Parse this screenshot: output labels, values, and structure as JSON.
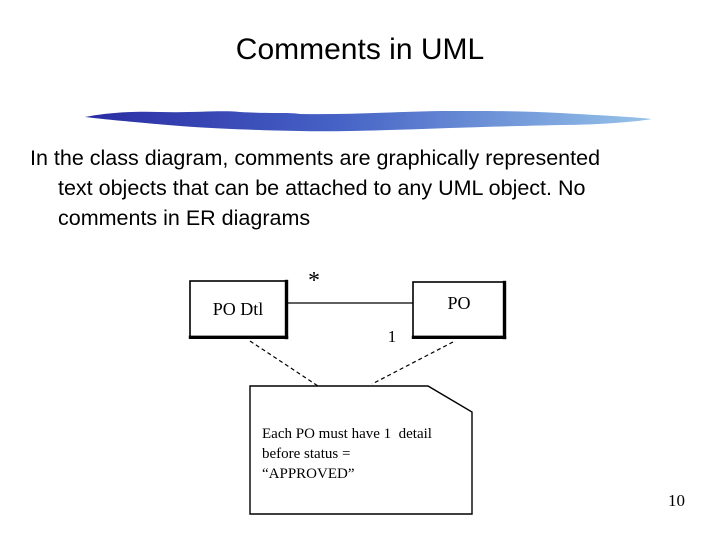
{
  "slide": {
    "title": "Comments in UML",
    "body_lines": [
      "In the class diagram, comments are graphically represented",
      "text objects that can be attached to any UML object. No",
      "comments in ER diagrams"
    ],
    "page_number": "10"
  },
  "diagram": {
    "left_class_label": "PO Dtl",
    "right_class_label": "PO",
    "multiplicity_many": "*",
    "multiplicity_one": "1",
    "note_line1": "Each PO must have 1  detail",
    "note_line2": "before status =",
    "note_line3": "“APPROVED”"
  },
  "colors": {
    "text": "#000000",
    "swoosh_dark": "#2a2ca3",
    "swoosh_mid": "#4663c6",
    "swoosh_light": "#97c4e9"
  }
}
